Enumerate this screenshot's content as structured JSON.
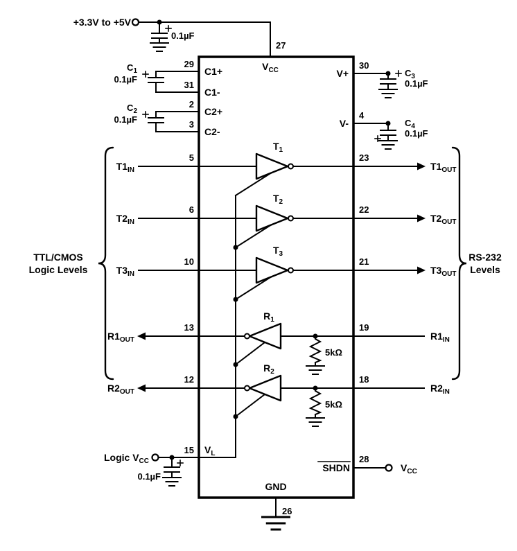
{
  "power": {
    "supply_label": "+3.3V to +5V",
    "supply_cap": "0.1µF",
    "vcc_pin": "27",
    "vcc_main": "V",
    "vcc_sub": "CC",
    "gnd_label": "GND",
    "gnd_pin": "26"
  },
  "cp": {
    "c1_ref_main": "C",
    "c1_ref_sub": "1",
    "c1_value": "0.1µF",
    "c1p_pin": "29",
    "c1p_label": "C1+",
    "c1m_pin": "31",
    "c1m_label": "C1-",
    "c2_ref_main": "C",
    "c2_ref_sub": "2",
    "c2_value": "0.1µF",
    "c2p_pin": "2",
    "c2p_label": "C2+",
    "c2m_pin": "3",
    "c2m_label": "C2-",
    "vp_pin": "30",
    "vp_label": "V+",
    "c3_ref_main": "C",
    "c3_ref_sub": "3",
    "c3_value": "0.1µF",
    "vm_pin": "4",
    "vm_label": "V-",
    "c4_ref_main": "C",
    "c4_ref_sub": "4",
    "c4_value": "0.1µF"
  },
  "tx": [
    {
      "ref_main": "T",
      "ref_sub": "1",
      "in_pin": "5",
      "in_main": "T1",
      "in_sub": "IN",
      "out_pin": "23",
      "out_main": "T1",
      "out_sub": "OUT"
    },
    {
      "ref_main": "T",
      "ref_sub": "2",
      "in_pin": "6",
      "in_main": "T2",
      "in_sub": "IN",
      "out_pin": "22",
      "out_main": "T2",
      "out_sub": "OUT"
    },
    {
      "ref_main": "T",
      "ref_sub": "3",
      "in_pin": "10",
      "in_main": "T3",
      "in_sub": "IN",
      "out_pin": "21",
      "out_main": "T3",
      "out_sub": "OUT"
    }
  ],
  "rx": [
    {
      "ref_main": "R",
      "ref_sub": "1",
      "out_pin": "13",
      "out_main": "R1",
      "out_sub": "OUT",
      "in_pin": "19",
      "in_main": "R1",
      "in_sub": "IN",
      "pullup": "5kΩ"
    },
    {
      "ref_main": "R",
      "ref_sub": "2",
      "out_pin": "12",
      "out_main": "R2",
      "out_sub": "OUT",
      "in_pin": "18",
      "in_main": "R2",
      "in_sub": "IN",
      "pullup": "5kΩ"
    }
  ],
  "logic": {
    "label_main": "Logic V",
    "label_sub": "CC",
    "pin": "15",
    "vl_main": "V",
    "vl_sub": "L",
    "cap": "0.1µF"
  },
  "shdn": {
    "pin": "28",
    "label": "SHDN",
    "vcc_main": "V",
    "vcc_sub": "CC"
  },
  "braces": {
    "left1": "TTL/CMOS",
    "left2": "Logic Levels",
    "right1": "RS-232",
    "right2": "Levels"
  }
}
